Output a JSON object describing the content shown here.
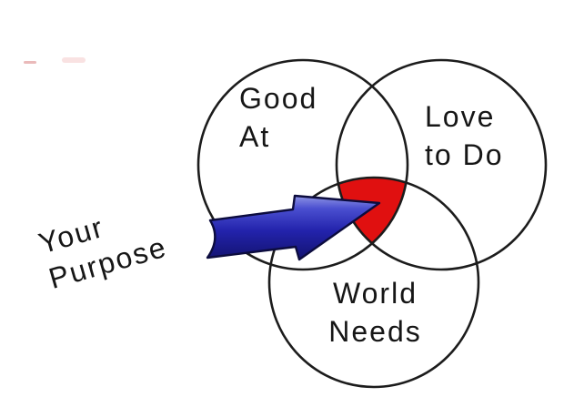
{
  "diagram": {
    "type": "venn-3-circle",
    "title_hidden": "",
    "sets": [
      {
        "name": "good-at",
        "label_line1": "Good",
        "label_line2": "At"
      },
      {
        "name": "love-to-do",
        "label_line1": "Love",
        "label_line2": "to Do"
      },
      {
        "name": "world-needs",
        "label_line1": "World",
        "label_line2": "Needs"
      }
    ],
    "pointer": {
      "label_line1": "Your",
      "label_line2": "Purpose",
      "points_to": "center-overlap"
    },
    "colors": {
      "background": "#ffffff",
      "circle_outline": "#1c1c1c",
      "center_fill": "#e01010",
      "arrow_outline": "#0c0c3e",
      "arrow_highlight": "#989ee8",
      "arrow_upper": "#4a4fd0",
      "arrow_mid": "#2323ac",
      "arrow_dark": "#12126e",
      "text": "#161616"
    }
  }
}
